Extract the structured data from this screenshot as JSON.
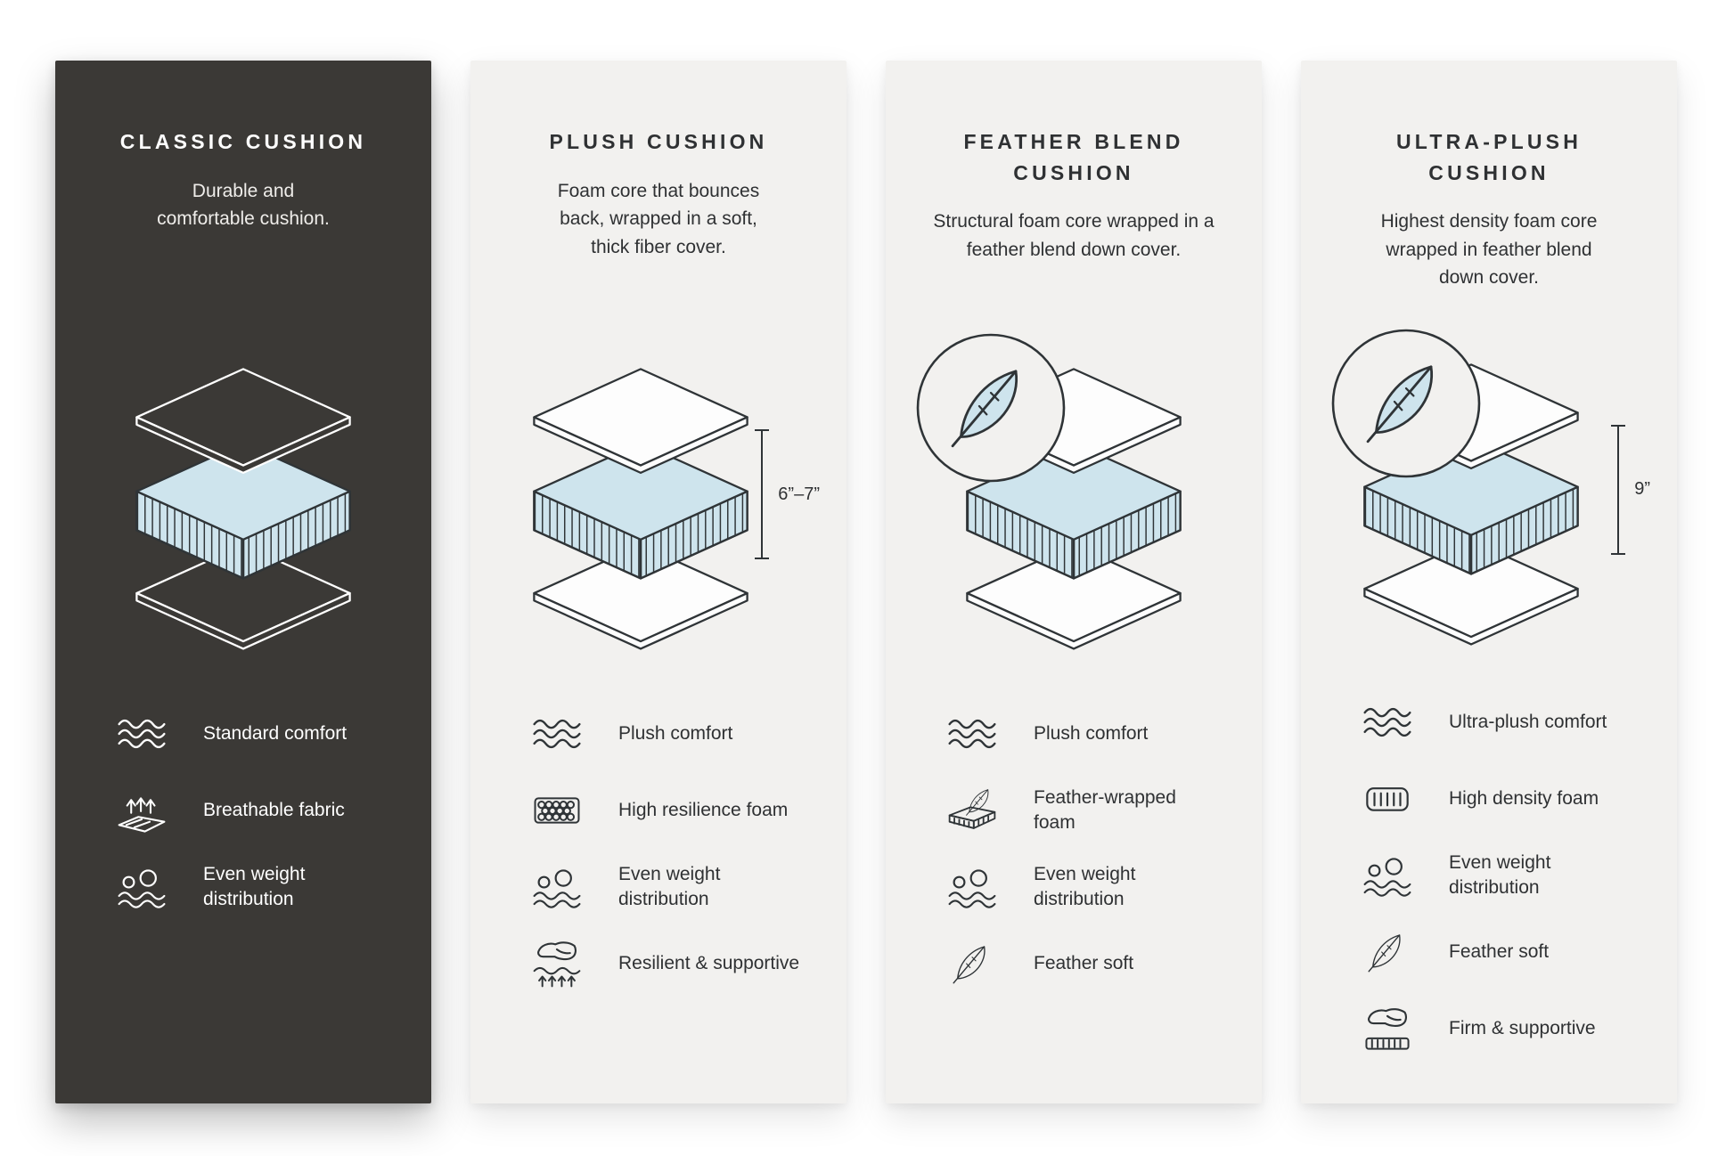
{
  "colors": {
    "dark_panel": "#3B3936",
    "light_panel": "#F2F1EF",
    "foam_blue": "#CEE4ED",
    "line_dark": "#2F3437",
    "page_background": "#FFFFFF"
  },
  "panels": [
    {
      "id": "classic-cushion",
      "title": "CLASSIC CUSHION",
      "description": "Durable and comfortable cushion.",
      "features": [
        {
          "icon": "waves-icon",
          "label": "Standard comfort"
        },
        {
          "icon": "breathable-fabric-icon",
          "label": "Breathable fabric"
        },
        {
          "icon": "even-weight-distribution-icon",
          "label": "Even weight distribution"
        }
      ]
    },
    {
      "id": "plush-cushion",
      "title": "PLUSH CUSHION",
      "description": "Foam core that bounces back, wrapped in a soft, thick fiber cover.",
      "measurement": "6”–7”",
      "features": [
        {
          "icon": "waves-icon",
          "label": "Plush comfort"
        },
        {
          "icon": "high-resilience-foam-icon",
          "label": "High resilience foam"
        },
        {
          "icon": "even-weight-distribution-icon",
          "label": "Even weight distribution"
        },
        {
          "icon": "hand-press-arrows-icon",
          "label": "Resilient & supportive"
        }
      ]
    },
    {
      "id": "feather-blend-cushion",
      "title": "FEATHER BLEND CUSHION",
      "description": "Structural foam core wrapped in a feather blend down cover.",
      "badge_icon": "feather-icon",
      "features": [
        {
          "icon": "waves-icon",
          "label": "Plush comfort"
        },
        {
          "icon": "feather-wrapped-foam-icon",
          "label": "Feather-wrapped foam"
        },
        {
          "icon": "even-weight-distribution-icon",
          "label": "Even weight distribution"
        },
        {
          "icon": "feather-icon",
          "label": "Feather soft"
        }
      ]
    },
    {
      "id": "ultra-plush-cushion",
      "title": "ULTRA-PLUSH CUSHION",
      "description": "Highest density foam core wrapped in feather blend down cover.",
      "badge_icon": "feather-icon",
      "measurement": "9”",
      "features": [
        {
          "icon": "waves-icon",
          "label": "Ultra-plush comfort"
        },
        {
          "icon": "high-density-foam-icon",
          "label": "High density foam"
        },
        {
          "icon": "even-weight-distribution-icon",
          "label": "Even weight distribution"
        },
        {
          "icon": "feather-icon",
          "label": "Feather soft"
        },
        {
          "icon": "hand-press-surface-icon",
          "label": "Firm & supportive"
        }
      ]
    }
  ]
}
